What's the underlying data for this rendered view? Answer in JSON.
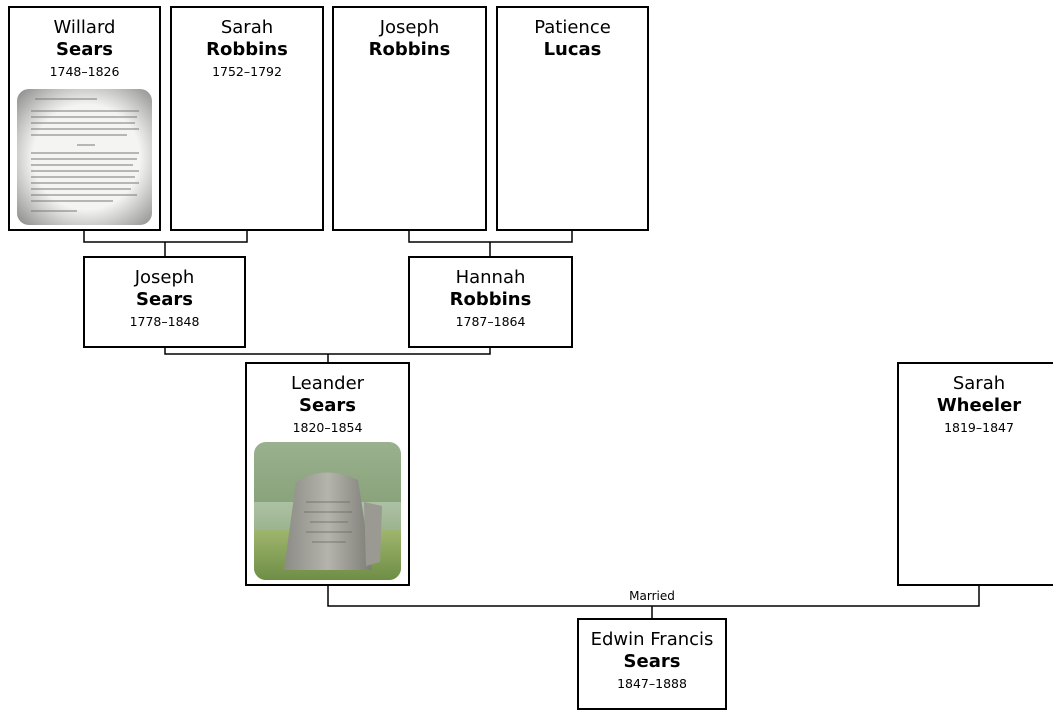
{
  "people": {
    "willard_sears": {
      "given": "Willard",
      "surname": "Sears",
      "dates": "1748–1826"
    },
    "sarah_robbins": {
      "given": "Sarah",
      "surname": "Robbins",
      "dates": "1752–1792"
    },
    "joseph_robbins": {
      "given": "Joseph",
      "surname": "Robbins",
      "dates": ""
    },
    "patience_lucas": {
      "given": "Patience",
      "surname": "Lucas",
      "dates": ""
    },
    "joseph_sears": {
      "given": "Joseph",
      "surname": "Sears",
      "dates": "1778–1848"
    },
    "hannah_robbins": {
      "given": "Hannah",
      "surname": "Robbins",
      "dates": "1787–1864"
    },
    "leander_sears": {
      "given": "Leander",
      "surname": "Sears",
      "dates": "1820–1854"
    },
    "sarah_wheeler": {
      "given": "Sarah",
      "surname": "Wheeler",
      "dates": "1819–1847"
    },
    "edwin_francis_sears": {
      "given": "Edwin Francis",
      "surname": "Sears",
      "dates": "1847–1888"
    }
  },
  "connectors": {
    "married_label": "Married"
  },
  "colors": {
    "box_border": "#000000",
    "line": "#000000",
    "background": "#ffffff"
  }
}
